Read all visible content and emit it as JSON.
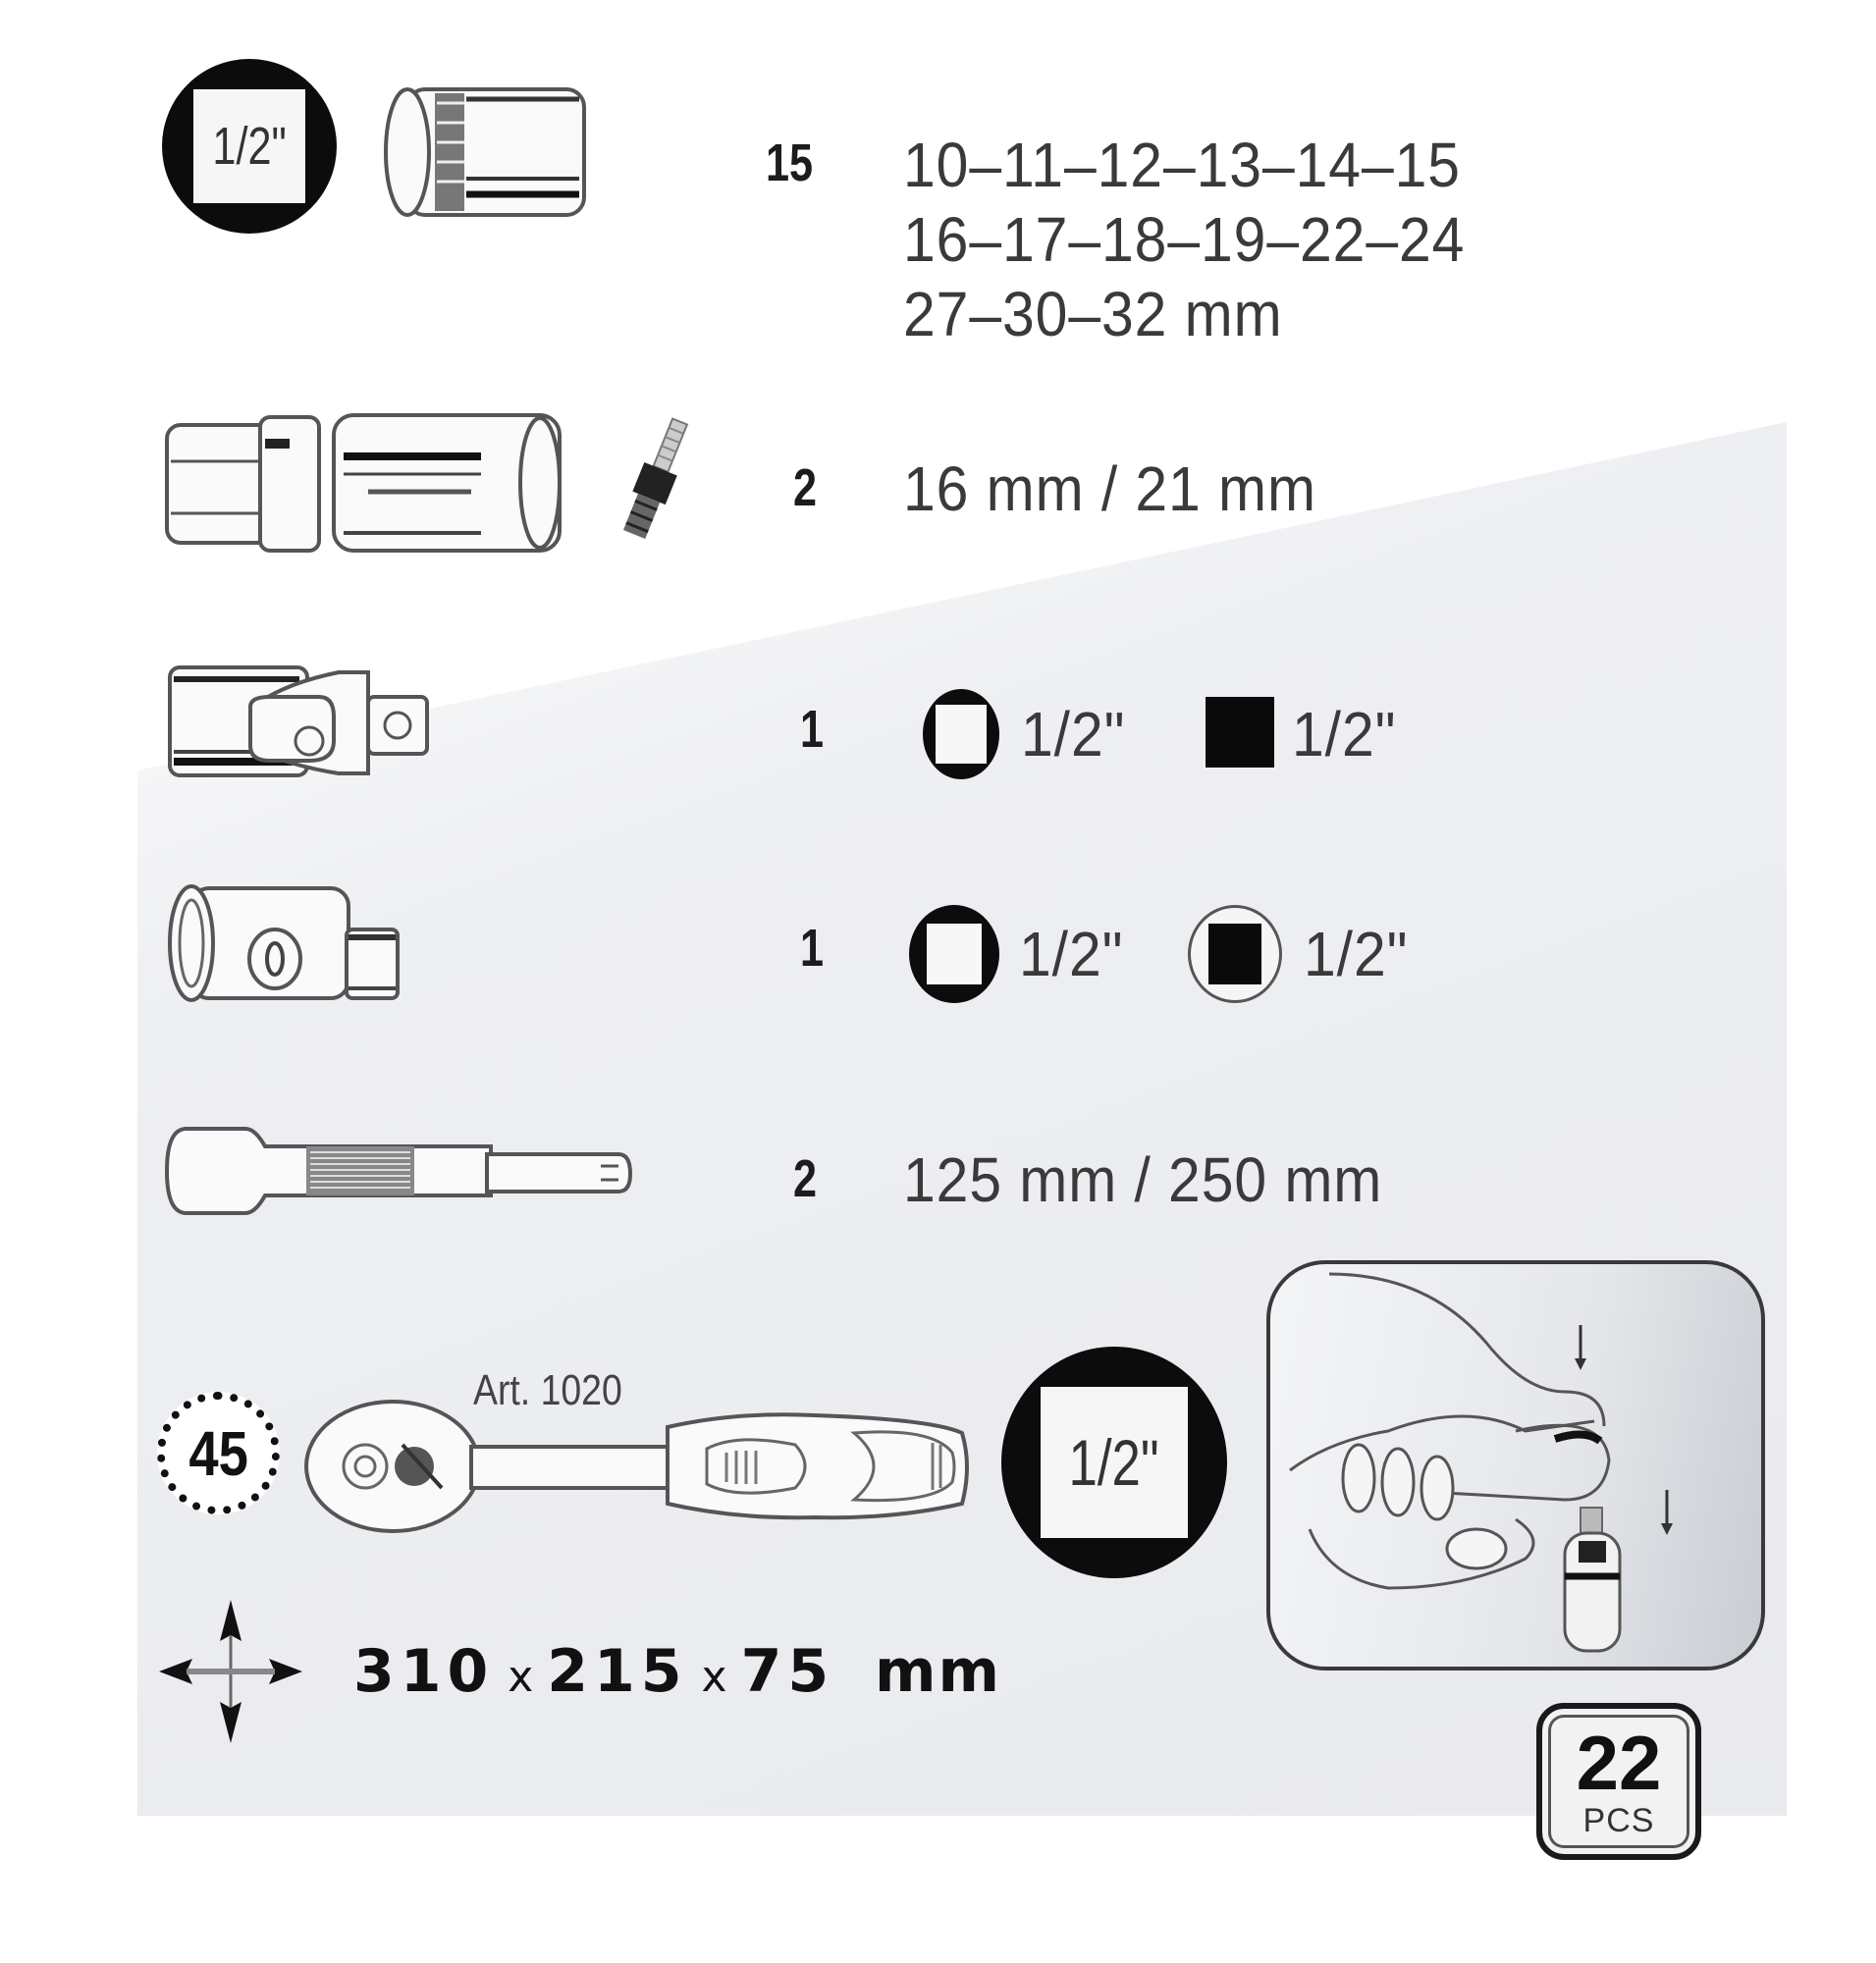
{
  "rows": [
    {
      "name": "sockets",
      "drive_badge": "1/2\"",
      "quantity": "15",
      "spec_lines": [
        "10–11–12–13–14–15",
        "16–17–18–19–22–24",
        "27–30–32 mm"
      ]
    },
    {
      "name": "spark-plug-sockets",
      "quantity": "2",
      "spec": "16 mm / 21 mm"
    },
    {
      "name": "universal-joint",
      "quantity": "1",
      "female": "1/2\"",
      "male": "1/2\""
    },
    {
      "name": "adapter",
      "quantity": "1",
      "female": "1/2\"",
      "male": "1/2\""
    },
    {
      "name": "extension-bars",
      "quantity": "2",
      "spec": "125 mm / 250 mm"
    }
  ],
  "ratchet": {
    "teeth": "45",
    "article": "Art. 1020",
    "drive_badge": "1/2\""
  },
  "dimensions": {
    "w": "310",
    "d": "215",
    "h": "75",
    "sep": "x",
    "unit": "mm"
  },
  "pieces": {
    "count": "22",
    "label": "PCS"
  }
}
